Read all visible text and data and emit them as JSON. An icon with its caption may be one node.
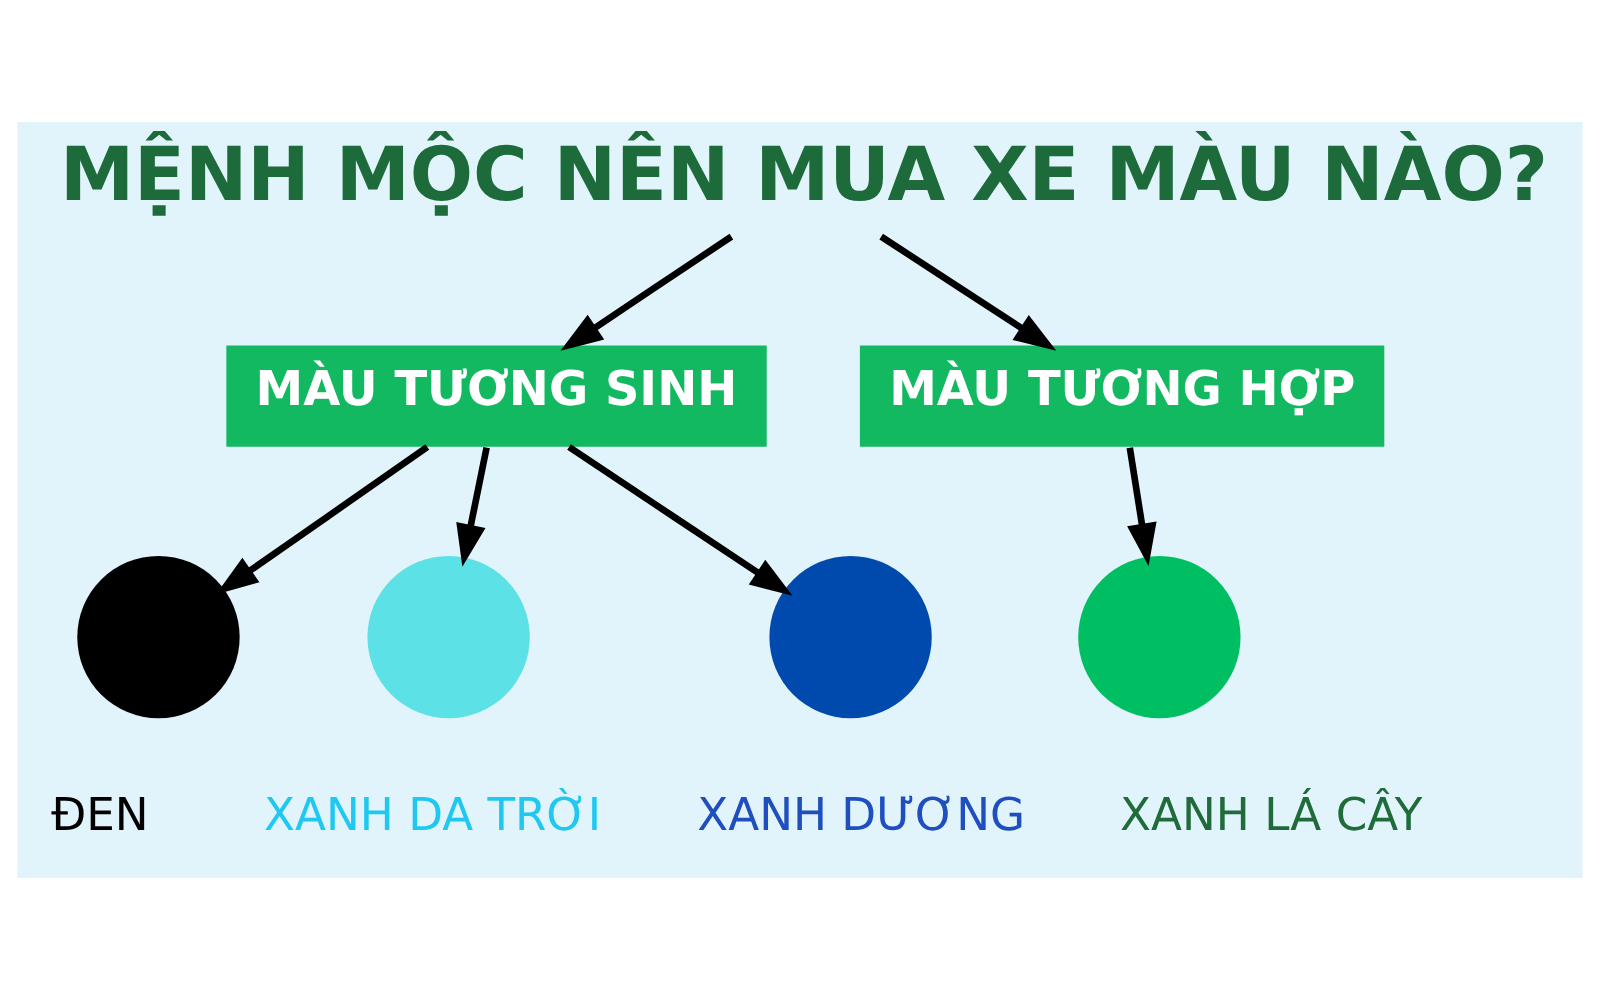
{
  "diagram": {
    "nodes": [
      {
        "text": [
          "MỆNH MỘC NÊN MUA XE MÀU NÀO?"
        ]
      },
      {
        "text": [
          "MÀU TƯƠNG SINH"
        ]
      },
      {
        "text": [
          "MÀU TƯƠNG HỢP"
        ]
      },
      {
        "text": [],
        "shape": "circle",
        "beside": [
          "ĐEN"
        ]
      },
      {
        "text": [],
        "shape": "circle",
        "beside": [
          "XANH DA TRỜI"
        ]
      },
      {
        "text": [],
        "shape": "circle",
        "beside": [
          "XANH DƯƠNG"
        ]
      },
      {
        "text": [],
        "shape": "circle",
        "beside": [
          "XANH LÁ CÂY"
        ]
      }
    ],
    "edges": [
      {
        "from": 0,
        "to": 1,
        "arrow": "to"
      },
      {
        "from": 0,
        "to": 2,
        "arrow": "to"
      },
      {
        "from": 1,
        "to": 3,
        "arrow": "to"
      },
      {
        "from": 1,
        "to": 4,
        "arrow": "to"
      },
      {
        "from": 1,
        "to": 5,
        "arrow": "to"
      },
      {
        "from": 2,
        "to": 6,
        "arrow": "to"
      }
    ]
  }
}
